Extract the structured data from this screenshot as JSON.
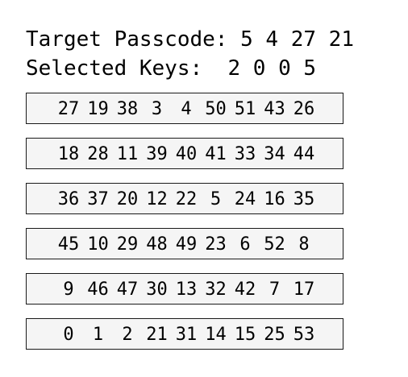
{
  "header": {
    "target_label": "Target Passcode:",
    "target_code": "5 4 27 21",
    "selected_label": "Selected Keys:",
    "selected_keys": "2 0 0 5"
  },
  "keypad": {
    "rows": [
      [
        "27",
        "19",
        "38",
        "3",
        "4",
        "50",
        "51",
        "43",
        "26"
      ],
      [
        "18",
        "28",
        "11",
        "39",
        "40",
        "41",
        "33",
        "34",
        "44"
      ],
      [
        "36",
        "37",
        "20",
        "12",
        "22",
        "5",
        "24",
        "16",
        "35"
      ],
      [
        "45",
        "10",
        "29",
        "48",
        "49",
        "23",
        "6",
        "52",
        "8"
      ],
      [
        "9",
        "46",
        "47",
        "30",
        "13",
        "32",
        "42",
        "7",
        "17"
      ],
      [
        "0",
        "1",
        "2",
        "21",
        "31",
        "14",
        "15",
        "25",
        "53"
      ]
    ]
  }
}
